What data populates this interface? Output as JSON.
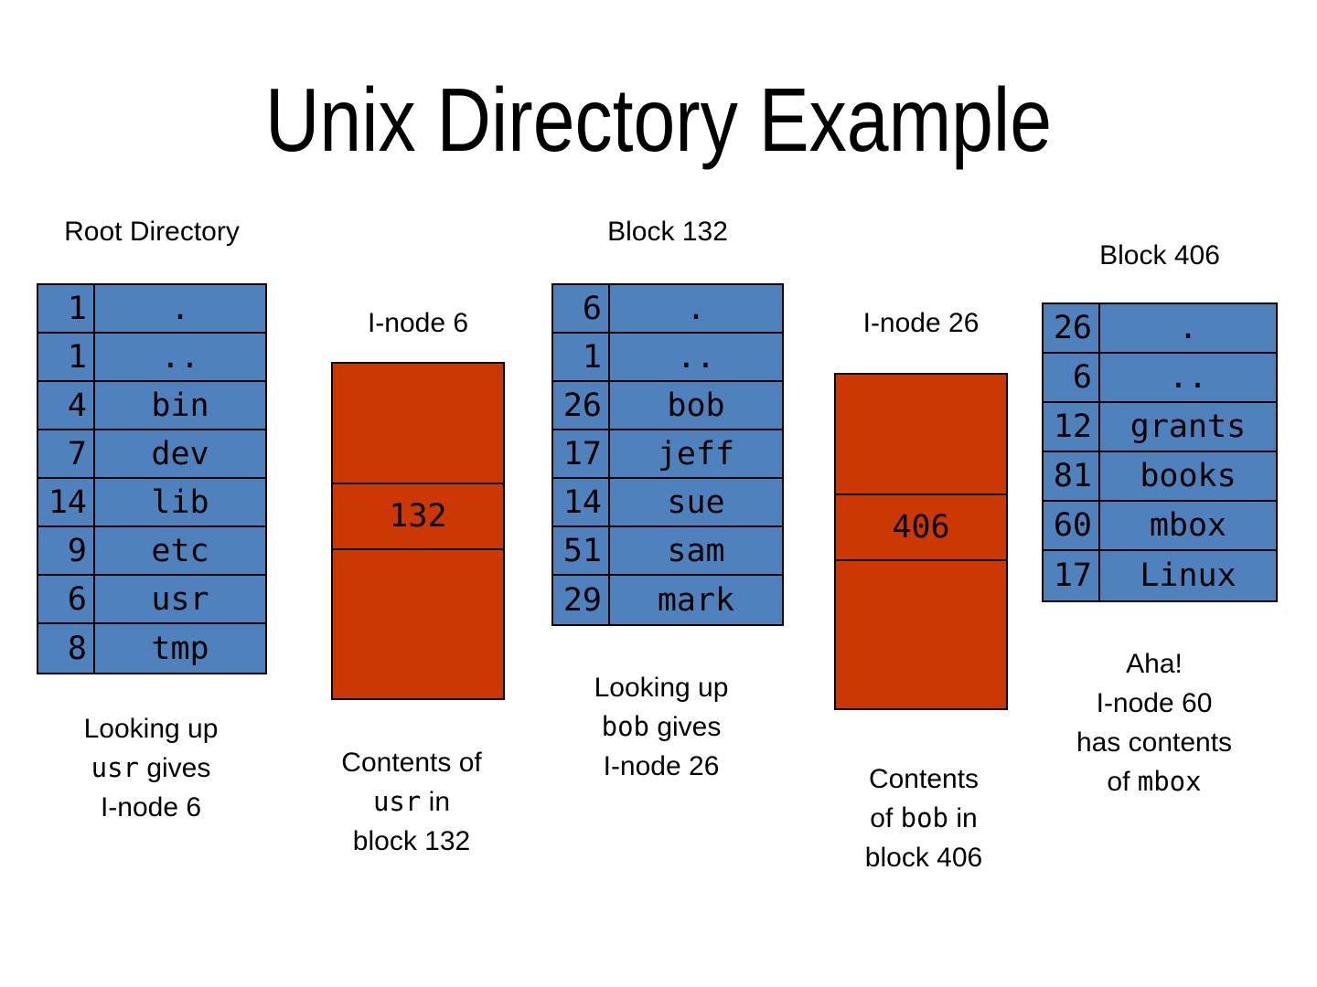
{
  "slide": {
    "title": "Unix Directory Example"
  },
  "colors": {
    "directory_block_blue": "#4f81bd",
    "inode_block_red": "#cc3804",
    "border_black": "#000000",
    "background_white": "#ffffff",
    "text_black": "#000000"
  },
  "root_directory": {
    "label": "Root Directory",
    "rows": [
      {
        "inode": "1",
        "name": "."
      },
      {
        "inode": "1",
        "name": ".."
      },
      {
        "inode": "4",
        "name": "bin"
      },
      {
        "inode": "7",
        "name": "dev"
      },
      {
        "inode": "14",
        "name": "lib"
      },
      {
        "inode": "9",
        "name": "etc"
      },
      {
        "inode": "6",
        "name": "usr"
      },
      {
        "inode": "8",
        "name": "tmp"
      }
    ]
  },
  "inode_6": {
    "label": "I-node 6",
    "block_pointer": "132"
  },
  "block_132": {
    "label": "Block 132",
    "rows": [
      {
        "inode": "6",
        "name": "."
      },
      {
        "inode": "1",
        "name": ".."
      },
      {
        "inode": "26",
        "name": "bob"
      },
      {
        "inode": "17",
        "name": "jeff"
      },
      {
        "inode": "14",
        "name": "sue"
      },
      {
        "inode": "51",
        "name": "sam"
      },
      {
        "inode": "29",
        "name": "mark"
      }
    ]
  },
  "inode_26": {
    "label": "I-node 26",
    "block_pointer": "406"
  },
  "block_406": {
    "label": "Block 406",
    "rows": [
      {
        "inode": "26",
        "name": "."
      },
      {
        "inode": "6",
        "name": ".."
      },
      {
        "inode": "12",
        "name": "grants"
      },
      {
        "inode": "81",
        "name": "books"
      },
      {
        "inode": "60",
        "name": "mbox"
      },
      {
        "inode": "17",
        "name": "Linux"
      }
    ]
  },
  "captions": {
    "root_lookup": {
      "line1": "Looking up",
      "line2_mono": "usr",
      "line2_rest": " gives",
      "line3": "I-node 6"
    },
    "inode6_contents": {
      "line1": "Contents of",
      "line2_mono": "usr",
      "line2_rest": " in",
      "line3": "block 132"
    },
    "block132_lookup": {
      "line1": "Looking up",
      "line2_mono": "bob",
      "line2_rest": " gives",
      "line3": "I-node 26"
    },
    "inode26_contents": {
      "line1": "Contents",
      "line2_pre": "of ",
      "line2_mono": "bob",
      "line2_rest": " in",
      "line3": "block 406"
    },
    "aha": {
      "line1": "Aha!",
      "line2": "I-node 60",
      "line3": "has contents",
      "line4_pre": "of ",
      "line4_mono": "mbox"
    }
  }
}
